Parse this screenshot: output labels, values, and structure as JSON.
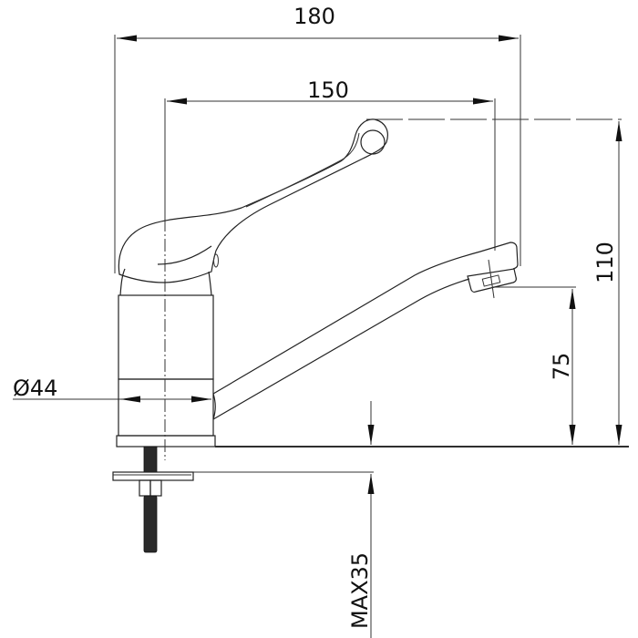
{
  "drawing": {
    "subject": "single-lever mixer tap side view",
    "colors": {
      "line": "#222222",
      "background": "#ffffff",
      "thread": "#2a2a2a"
    }
  },
  "dimensions": {
    "overall_width": "180",
    "spout_reach": "150",
    "overall_height": "110",
    "spout_height": "75",
    "body_diameter": "Ø44",
    "max_counter_thickness": "MAX35"
  }
}
